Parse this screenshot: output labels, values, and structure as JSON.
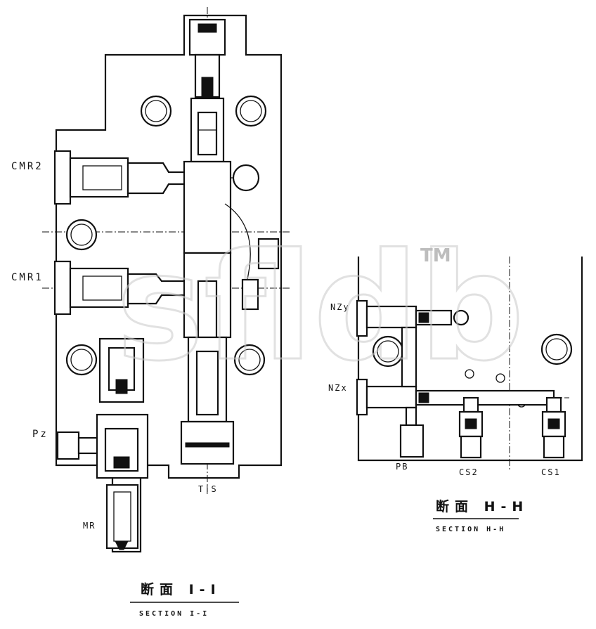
{
  "section_ii": {
    "labels": {
      "cmr2": "CMR2",
      "cmr1": "CMR1",
      "pz": "Pz",
      "mr": "MR",
      "ts": "T|S"
    },
    "title_cjk": "断面 I-I",
    "title_en": "SECTION I-I"
  },
  "section_hh": {
    "labels": {
      "nzy": "NZy",
      "nzx": "NZx",
      "pb": "PB",
      "cs2": "CS2",
      "cs1": "CS1"
    },
    "title_cjk": "断面 H-H",
    "title_en": "SECTION H-H"
  },
  "watermark": {
    "text": "sfldb",
    "mark": "TM"
  },
  "colors": {
    "line": "#111111",
    "watermark": "#c9c9c9"
  }
}
